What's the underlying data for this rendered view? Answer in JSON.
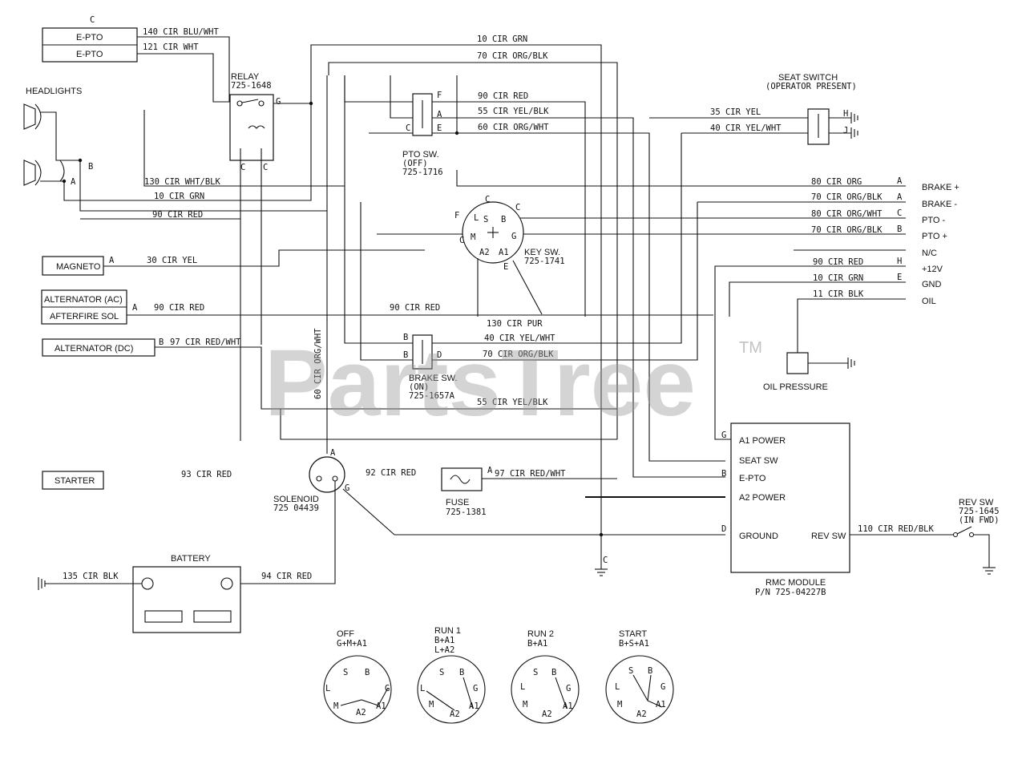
{
  "components": {
    "c_label": "C",
    "epto_1": "E-PTO",
    "epto_2": "E-PTO",
    "headlights": "HEADLIGHTS",
    "relay_title": "RELAY",
    "relay_part": "725-1648",
    "pto_sw_title": "PTO SW.",
    "pto_sw_state": "(OFF)",
    "pto_sw_part": "725-1716",
    "seat_title": "SEAT SWITCH",
    "seat_sub": "(OPERATOR PRESENT)",
    "magneto": "MAGNETO",
    "alt_ac": "ALTERNATOR (AC)",
    "afterfire": "AFTERFIRE SOL",
    "alt_dc": "ALTERNATOR (DC)",
    "key_sw_title": "KEY SW.",
    "key_sw_part": "725-1741",
    "brake_sw_title": "BRAKE SW.",
    "brake_sw_state": "(ON)",
    "brake_sw_part": "725-1657A",
    "starter": "STARTER",
    "solenoid_title": "SOLENOID",
    "solenoid_part": "725 04439",
    "fuse_title": "FUSE",
    "fuse_part": "725-1381",
    "battery": "BATTERY",
    "oil_pressure": "OIL PRESSURE",
    "rmc_title": "RMC MODULE",
    "rmc_part": "P/N 725-04227B",
    "rev_sw_title": "REV SW",
    "rev_sw_part": "725-1645",
    "rev_sw_state": "(IN FWD)"
  },
  "wires": {
    "w140": "140 CIR BLU/WHT",
    "w121": "121 CIR WHT",
    "w10_top": "10 CIR GRN",
    "w70_top": "70 CIR ORG/BLK",
    "w90_pto": "90 CIR RED",
    "w55_pto": "55 CIR YEL/BLK",
    "w60_pto": "60 CIR ORG/WHT",
    "w35": "35 CIR YEL",
    "w40_seat": "40 CIR YEL/WHT",
    "w130": "130 CIR WHT/BLK",
    "w10_head": "10 CIR GRN",
    "w90_head": "90 CIR RED",
    "w80_org": "80 CIR ORG",
    "w70_orgblk": "70 CIR ORG/BLK",
    "w80_orgwht": "80 CIR ORG/WHT",
    "w70_orgblk2": "70 CIR ORG/BLK",
    "w30": "30 CIR YEL",
    "w90_right": "90 CIR RED",
    "w10_right": "10 CIR GRN",
    "w11": "11 CIR BLK",
    "w90_alt": "90 CIR RED",
    "w90_mid": "90 CIR RED",
    "w130_pur": "130 CIR PUR",
    "w97_dc": "97 CIR RED/WHT",
    "w40_brake": "40 CIR YEL/WHT",
    "w70_brake": "70 CIR ORG/BLK",
    "w60_vert": "60 CIR ORG/WHT",
    "w55_low": "55 CIR YEL/BLK",
    "w93": "93 CIR RED",
    "w92": "92 CIR RED",
    "w97_fuse": "97 CIR RED/WHT",
    "w135": "135 CIR BLK",
    "w94": "94 CIR RED",
    "w110": "110 CIR RED/BLK"
  },
  "right_labels": {
    "brake_plus": "BRAKE +",
    "brake_minus": "BRAKE -",
    "pto_minus": "PTO -",
    "pto_plus": "PTO +",
    "nc": "N/C",
    "plus12": "+12V",
    "gnd": "GND",
    "oil": "OIL"
  },
  "pin_letters": {
    "A": "A",
    "B": "B",
    "C": "C",
    "D": "D",
    "E": "E",
    "F": "F",
    "G": "G",
    "H": "H",
    "J": "J",
    "L": "L",
    "M": "M",
    "S": "S",
    "A1": "A1",
    "A2": "A2"
  },
  "rmc_pins": {
    "a1_power": "A1 POWER",
    "seat_sw": "SEAT SW",
    "e_pto": "E-PTO",
    "a2_power": "A2 POWER",
    "ground": "GROUND",
    "rev_sw": "REV SW"
  },
  "key_positions": [
    {
      "name": "OFF",
      "combo": "G+M+A1",
      "combo2": ""
    },
    {
      "name": "RUN 1",
      "combo": "B+A1",
      "combo2": "L+A2"
    },
    {
      "name": "RUN 2",
      "combo": "B+A1",
      "combo2": ""
    },
    {
      "name": "START",
      "combo": "B+S+A1",
      "combo2": ""
    }
  ],
  "watermark": {
    "text": "PartsTree",
    "tm": "TM"
  }
}
